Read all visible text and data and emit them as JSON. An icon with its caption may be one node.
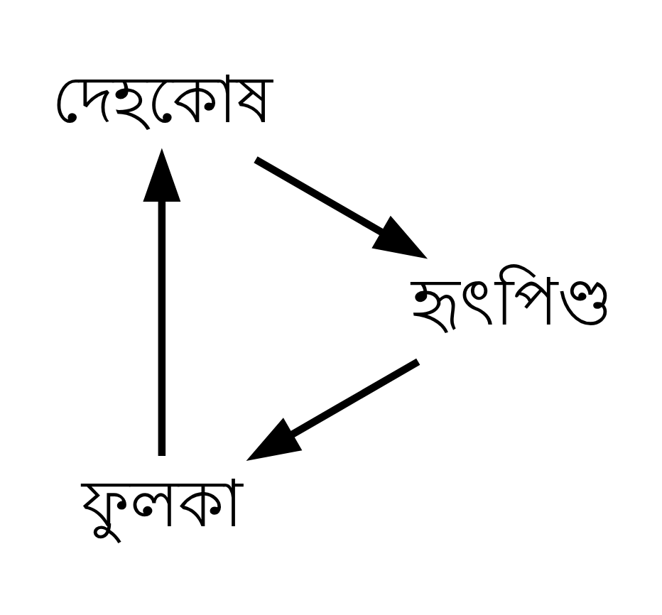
{
  "diagram": {
    "nodes": [
      {
        "text": [
          "ফুলকা"
        ]
      },
      {
        "text": [
          "দেহকোষ"
        ]
      },
      {
        "text": [
          "হৃৎপিণ্ড"
        ]
      }
    ],
    "edges": [
      {
        "from": 0,
        "to": 1,
        "arrow": "to"
      },
      {
        "from": 1,
        "to": 2,
        "arrow": "to"
      },
      {
        "from": 2,
        "to": 0,
        "arrow": "to"
      }
    ]
  }
}
